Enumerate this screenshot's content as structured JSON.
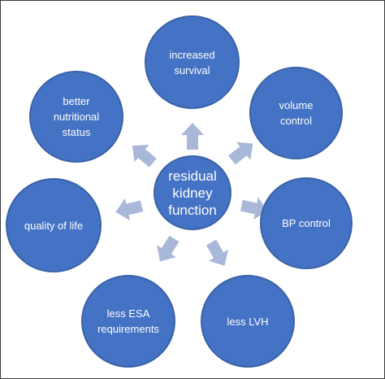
{
  "diagram": {
    "center": {
      "label": "residual\nkidney\nfunction"
    },
    "outcomes": [
      {
        "id": "survival",
        "label": "increased\nsurvival"
      },
      {
        "id": "volume",
        "label": "volume\ncontrol"
      },
      {
        "id": "bp",
        "label": "BP control"
      },
      {
        "id": "lvh",
        "label": "less LVH"
      },
      {
        "id": "esa",
        "label": "less ESA\nrequirements"
      },
      {
        "id": "qol",
        "label": "quality of life"
      },
      {
        "id": "nutrition",
        "label": "better\nnutritional\nstatus"
      }
    ]
  },
  "colors": {
    "node_fill": "#4472c4",
    "node_border": "#3a62a8",
    "arrow_fill": "#a9b8d8",
    "text": "#ffffff"
  }
}
